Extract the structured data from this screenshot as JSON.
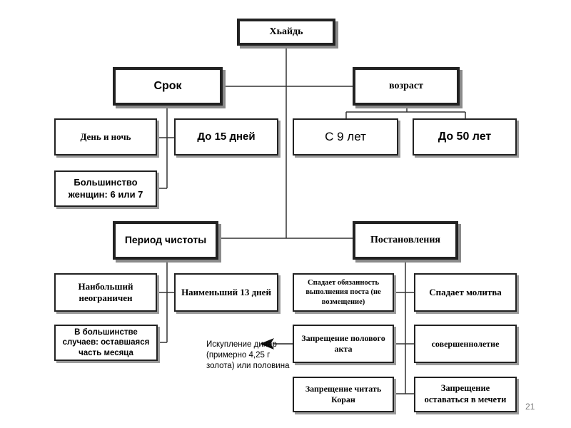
{
  "diagram": {
    "root": "Хьайдь",
    "term": {
      "title": "Срок",
      "min": "День и ночь",
      "max": "До 15 дней",
      "typical": "Большинство женщин: 6 или 7"
    },
    "age": {
      "title": "возраст",
      "from": "С 9 лет",
      "to": "До 50 лет"
    },
    "purity": {
      "title": "Период чистоты",
      "max": "Наибольший неограничен",
      "min": "Наименьший 13 дней",
      "typical": "В большинстве случаев: оставшаяся часть месяца"
    },
    "rulings": {
      "title": "Постановления",
      "fasting": "Спадает обязанность выполнения поста (не возмещение)",
      "prayer": "Спадает молитва",
      "intercourse": "Запрещение полового акта",
      "majority": "совершеннолетие",
      "quran": "Запрещение читать Коран",
      "mosque": "Запрещение оставаться в мечети"
    },
    "expiation_note": "Искупление динар (примерно 4,25 г золота) или половина"
  },
  "slide": {
    "page_number": "21"
  }
}
